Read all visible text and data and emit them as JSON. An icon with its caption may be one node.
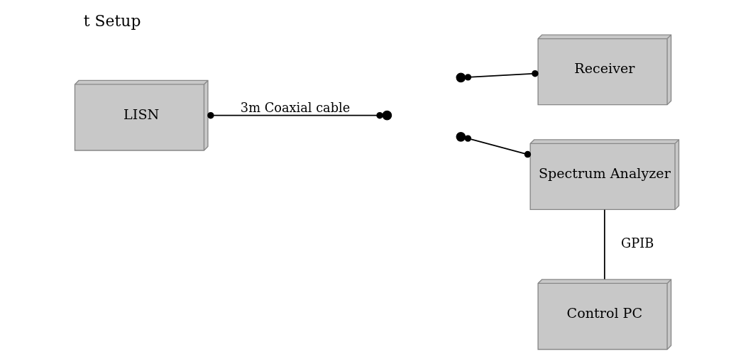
{
  "diagram": {
    "title": "t Setup",
    "nodes": [
      {
        "text": [
          "LISN"
        ]
      },
      {
        "text": [
          "Receiver"
        ]
      },
      {
        "text": [
          "Spectrum Analyzer"
        ]
      },
      {
        "text": [
          "Control PC"
        ]
      },
      {
        "text": [],
        "shape": "circle"
      },
      {
        "text": [],
        "shape": "circle"
      },
      {
        "text": [],
        "shape": "circle"
      }
    ],
    "edges": [
      {
        "from": 0,
        "to": 4,
        "arrow": "other",
        "label": "3m Coaxial cable"
      },
      {
        "from": 5,
        "to": 1,
        "arrow": "other"
      },
      {
        "from": 6,
        "to": 2,
        "arrow": "other"
      },
      {
        "from": 2,
        "to": 3,
        "arrow": "none",
        "label": "GPIB"
      }
    ]
  }
}
